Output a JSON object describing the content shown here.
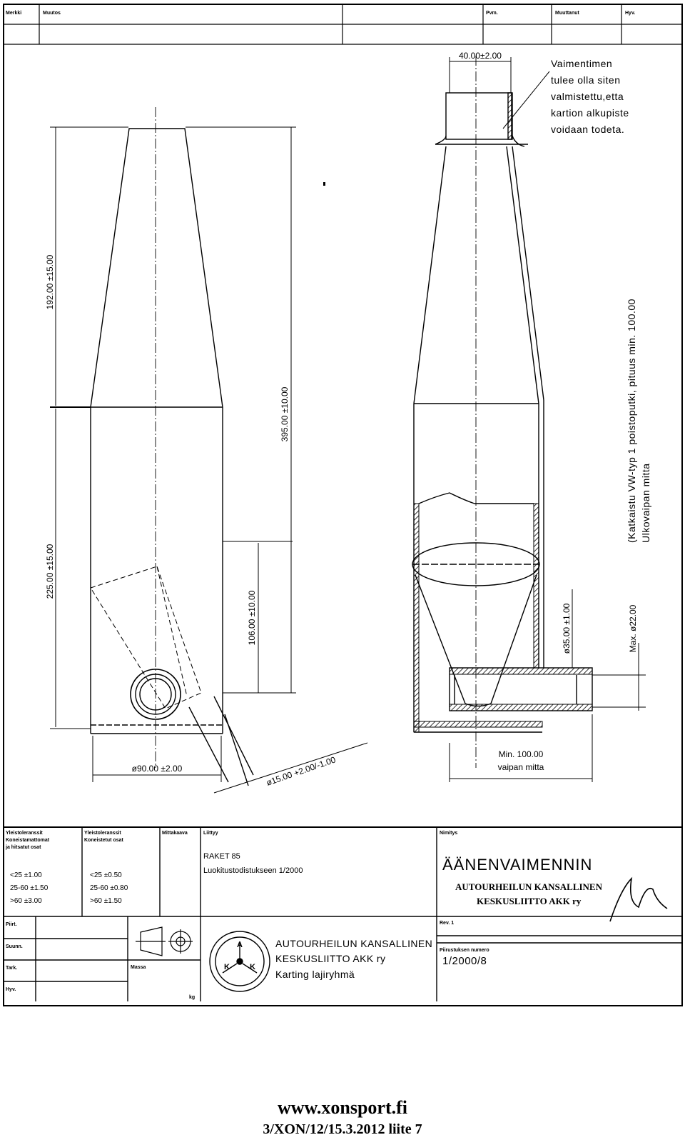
{
  "header": {
    "merkki": "Merkki",
    "muutos": "Muutos",
    "pvm": "Pvm.",
    "muuttanut": "Muuttanut",
    "hyv": "Hyv."
  },
  "dimensions": {
    "top_width": "40.00±2.00",
    "cone_len": "192.00 ±15.00",
    "cyl_len": "225.00 ±15.00",
    "total_len": "395.00 ±10.00",
    "inlet_pos": "106.00 ±10.00",
    "body_dia": "ø90.00 ±2.00",
    "wall": "ø15.00 +2.00/-1.00",
    "pipe_dia": "ø35.00 ±1.00",
    "max_dia": "Max. ø22.00",
    "min_len_1": "Min. 100.00",
    "min_len_2": "vaipan mitta"
  },
  "notes": {
    "damper": [
      "Vaimentimen",
      "tulee olla siten",
      "valmistettu,etta",
      "kartion alkupiste",
      "voidaan todeta."
    ],
    "side_1": "(Katkaistu VW-typ 1 poistoputki, pituus min. 100.00",
    "side_2": "Ulkovaipan mitta"
  },
  "titleblock": {
    "tol1_head": [
      "Yleistoleranssit",
      "Koneistamattomat",
      "ja hitsatut osat"
    ],
    "tol1_rows": [
      "<25 ±1.00",
      "25-60 ±1.50",
      ">60 ±3.00"
    ],
    "tol2_head": [
      "Yleistoleranssit",
      "Koneistetut osat"
    ],
    "tol2_rows": [
      "<25 ±0.50",
      "25-60 ±0.80",
      ">60 ±1.50"
    ],
    "mittakaava": "Mittakaava",
    "liittyy": "Liittyy",
    "raket": "RAKET 85",
    "luokitus": "Luokitustodistukseen 1/2000",
    "nimitys": "Nimitys",
    "title": "ÄÄNENVAIMENNIN",
    "stamp_1": "AUTOURHEILUN KANSALLINEN",
    "stamp_2": "KESKUSLIITTO AKK ry",
    "piirt": "Piirt.",
    "suunn": "Suunn.",
    "tark": "Tark.",
    "hyv": "Hyv.",
    "massa": "Massa",
    "kg": "kg",
    "org_1": "AUTOURHEILUN KANSALLINEN",
    "org_2": "KESKUSLIITTO AKK ry",
    "org_3": "Karting lajiryhmä",
    "logo_a": "A",
    "logo_k1": "K",
    "logo_k2": "K",
    "rev": "Rev. 1",
    "pn_label": "Piirustuksen numero",
    "pn": "1/2000/8"
  },
  "footer": {
    "url": "www.xonsport.fi",
    "ref": "3/XON/12/15.3.2012  liite 7"
  }
}
